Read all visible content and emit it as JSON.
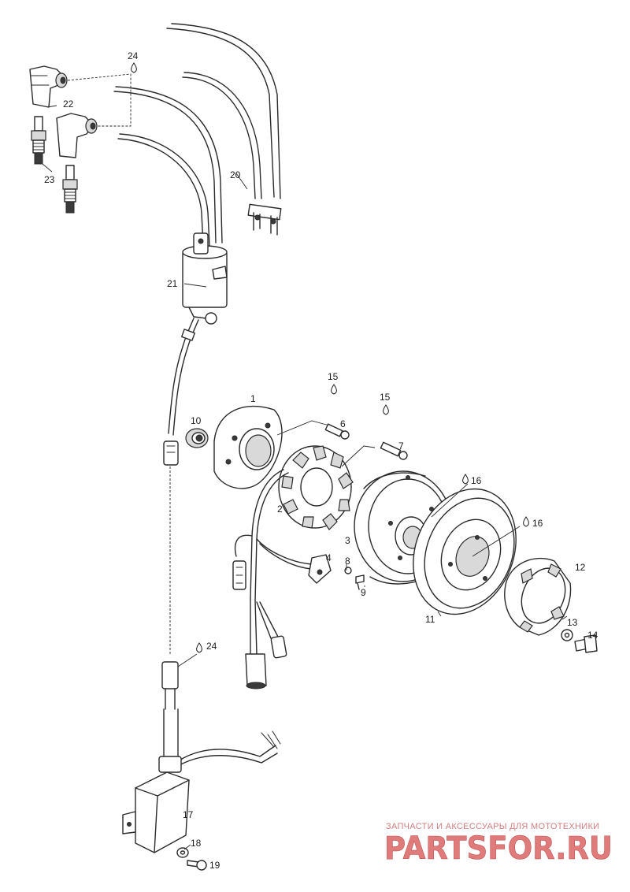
{
  "parts": [
    {
      "no": "1",
      "name": "stator-plate"
    },
    {
      "no": "2",
      "name": "stator"
    },
    {
      "no": "3",
      "name": "flywheel"
    },
    {
      "no": "4",
      "name": "trigger-coil"
    },
    {
      "no": "6",
      "name": "screw"
    },
    {
      "no": "7",
      "name": "screw"
    },
    {
      "no": "8",
      "name": "washer"
    },
    {
      "no": "9",
      "name": "screw"
    },
    {
      "no": "10",
      "name": "grommet"
    },
    {
      "no": "11",
      "name": "pulley"
    },
    {
      "no": "12",
      "name": "starter-cup"
    },
    {
      "no": "13",
      "name": "washer"
    },
    {
      "no": "14",
      "name": "bolt"
    },
    {
      "no": "15",
      "name": "loctite-marker"
    },
    {
      "no": "16",
      "name": "loctite-marker"
    },
    {
      "no": "17",
      "name": "cdi-module"
    },
    {
      "no": "18",
      "name": "washer"
    },
    {
      "no": "19",
      "name": "screw"
    },
    {
      "no": "20",
      "name": "high-tension-leads"
    },
    {
      "no": "21",
      "name": "ignition-coil"
    },
    {
      "no": "22",
      "name": "spark-plug-cap"
    },
    {
      "no": "23",
      "name": "spark-plug"
    },
    {
      "no": "24",
      "name": "loctite-marker"
    }
  ],
  "labels": {
    "l1": "1",
    "l2": "2",
    "l3": "3",
    "l4": "4",
    "l6": "6",
    "l7": "7",
    "l8": "8",
    "l9": "9",
    "l10": "10",
    "l11": "11",
    "l12": "12",
    "l13": "13",
    "l14": "14",
    "l15a": "15",
    "l15b": "15",
    "l16a": "16",
    "l16b": "16",
    "l17": "17",
    "l18": "18",
    "l19": "19",
    "l20": "20",
    "l21": "21",
    "l22": "22",
    "l23": "23",
    "l24a": "24",
    "l24b": "24"
  },
  "watermark": {
    "tagline": "ЗАПЧАСТИ И АКСЕССУАРЫ ДЛЯ МОТОТЕХНИКИ",
    "logo": "PARTSFOR.RU"
  },
  "colors": {
    "line": "#2a2a2a",
    "watermark": "#e07b7b"
  }
}
